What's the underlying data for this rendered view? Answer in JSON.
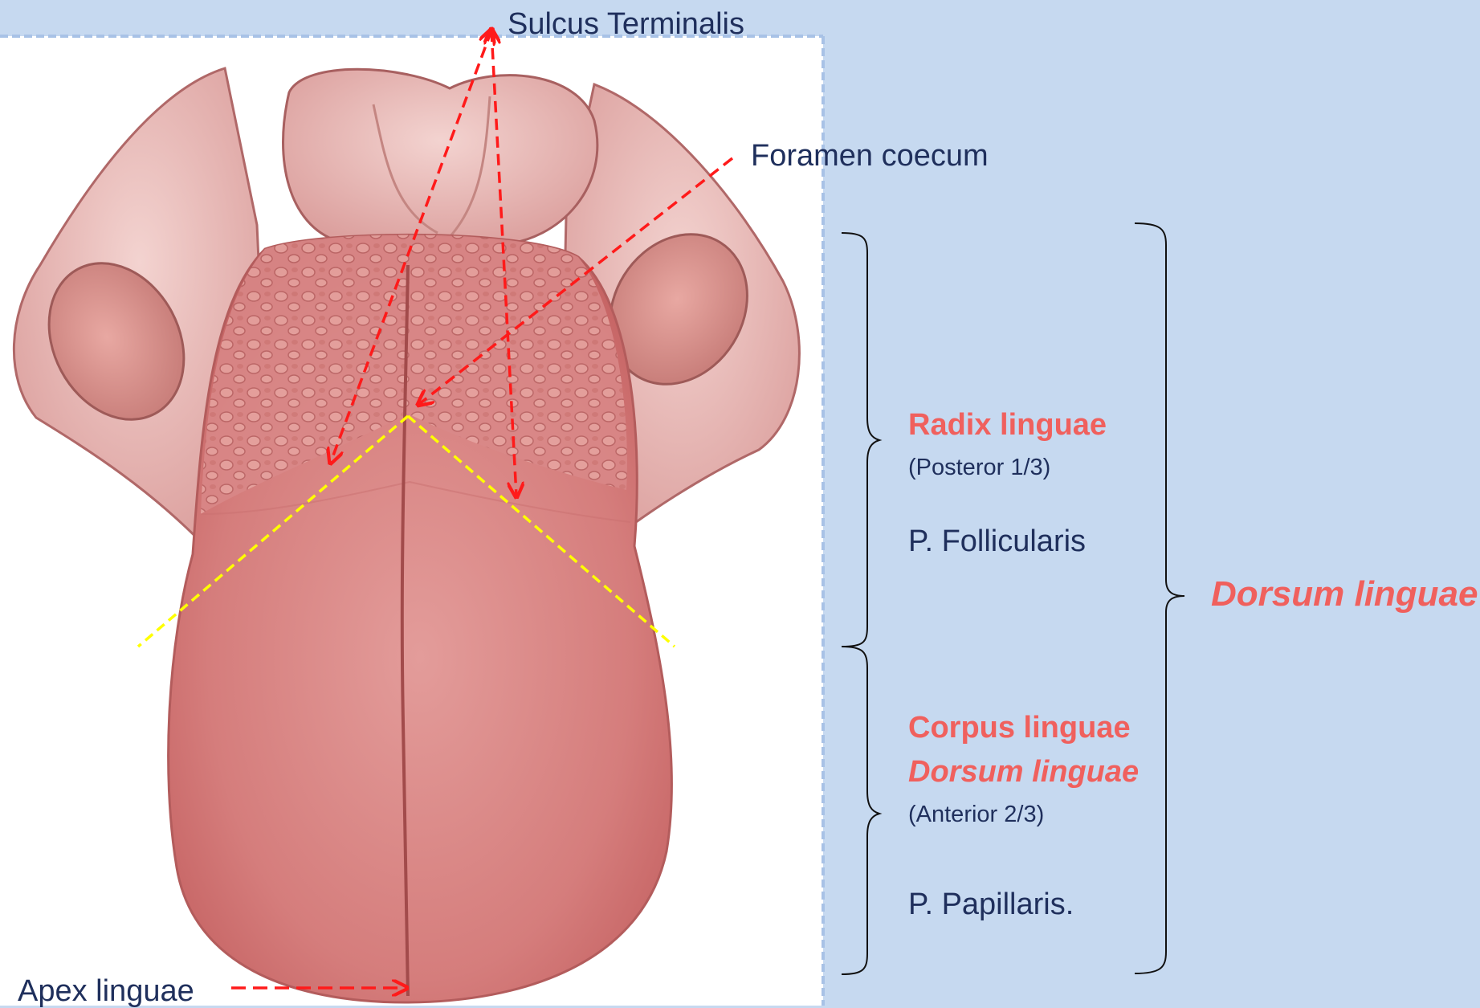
{
  "labels": {
    "sulcus_terminalis": "Sulcus Terminalis",
    "foramen_coecum": "Foramen coecum",
    "apex_linguae": "Apex linguae",
    "radix_title": "Radix linguae",
    "radix_note": "(Posteror 1/3)",
    "radix_part": "P. Follicularis",
    "corpus_title": "Corpus linguae",
    "corpus_subtitle": "Dorsum linguae",
    "corpus_note": "(Anterior 2/3)",
    "corpus_part": "P. Papillaris.",
    "dorsum_total": "Dorsum linguae"
  },
  "colors": {
    "background": "#c6d9f0",
    "annotation_arrow": "#ff1a1a",
    "boundary_line": "#ffff00",
    "label_text": "#1f2f5c",
    "highlight_text": "#f0605d"
  }
}
